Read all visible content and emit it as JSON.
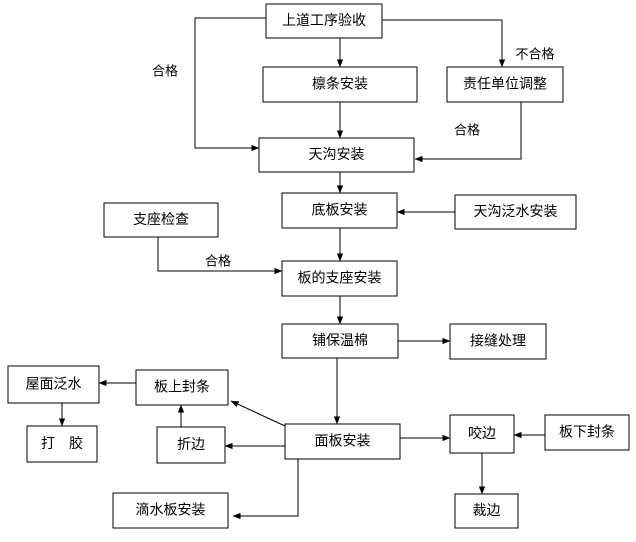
{
  "nodes": {
    "prev_accept": "上道工序验收",
    "purlin": "檩条安装",
    "responsible": "责任单位调整",
    "gutter": "天沟安装",
    "base_plate": "底板安装",
    "gutter_flashing": "天沟泛水安装",
    "support_check": "支座检查",
    "plate_support": "板的支座安装",
    "insulation": "铺保温棉",
    "joint": "接缝处理",
    "roof_flashing": "屋面泛水",
    "top_seal": "板上封条",
    "glue": "打　胶",
    "fold": "折边",
    "panel": "面板安装",
    "seam": "咬边",
    "bottom_seal": "板下封条",
    "drip": "滴水板安装",
    "trim": "裁边"
  },
  "edge_labels": {
    "pass_left": "合格",
    "fail": "不合格",
    "pass_right": "合格",
    "pass_support": "合格"
  }
}
